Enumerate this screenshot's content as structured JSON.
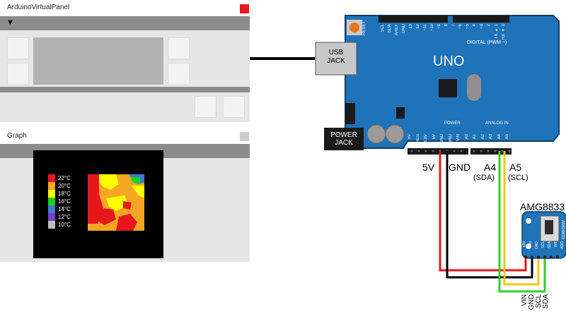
{
  "panel1": {
    "title": "ArduinoVirtualPanel",
    "close_color": "#e8161d",
    "menu_glyph": "▼"
  },
  "panel2": {
    "title": "Graph",
    "close_color": "#cccccc",
    "legend": [
      "22°C",
      "20°C",
      "18°C",
      "16°C",
      "14°C",
      "12°C",
      "10°C"
    ],
    "legend_colors": [
      "#e8161d",
      "#f5a623",
      "#ffff00",
      "#1fd11f",
      "#3b7dd8",
      "#7b3fd1",
      "#bdbdbd"
    ]
  },
  "arduino": {
    "usb_label_1": "USB",
    "usb_label_2": "JACK",
    "power_label_1": "POWER",
    "power_label_2": "JACK",
    "brand": "UNO",
    "reset": "RESET",
    "digital": "DIGITAL (PWM ~)",
    "power_hdr": "POWER",
    "analog_hdr": "ANALOG IN",
    "top_pins": [
      "SCL",
      "SDA",
      "AREF",
      "GND",
      "13",
      "12",
      "~11",
      "~10",
      "~9",
      "8",
      "7",
      "~6",
      "~5",
      "4",
      "~3",
      "2",
      "TX ▸ 1",
      "RX ◂ 0"
    ],
    "bottom_pins": [
      "5V",
      "RES",
      "3.3V",
      "5V",
      "GND",
      "GND",
      "VIN",
      "A0",
      "A1",
      "A2",
      "A3",
      "A4",
      "A5"
    ]
  },
  "wires": {
    "label_5v": "5V",
    "label_gnd": "GND",
    "label_a4": "A4",
    "label_a4_sub": "(SDA)",
    "label_a5": "A5",
    "label_a5_sub": "(SCL)",
    "red": "#e8161d",
    "black": "#000000",
    "green": "#2fcf2f",
    "yellow": "#f6c700"
  },
  "sensor": {
    "name": "AMG8833",
    "board_text": "AMG8833",
    "pins": [
      "VIN",
      "3Vo",
      "GND",
      "SCL",
      "SDA",
      "INT",
      "ADO"
    ],
    "bottom_labels": [
      "VIN",
      "GND",
      "SCL",
      "SDA"
    ]
  }
}
